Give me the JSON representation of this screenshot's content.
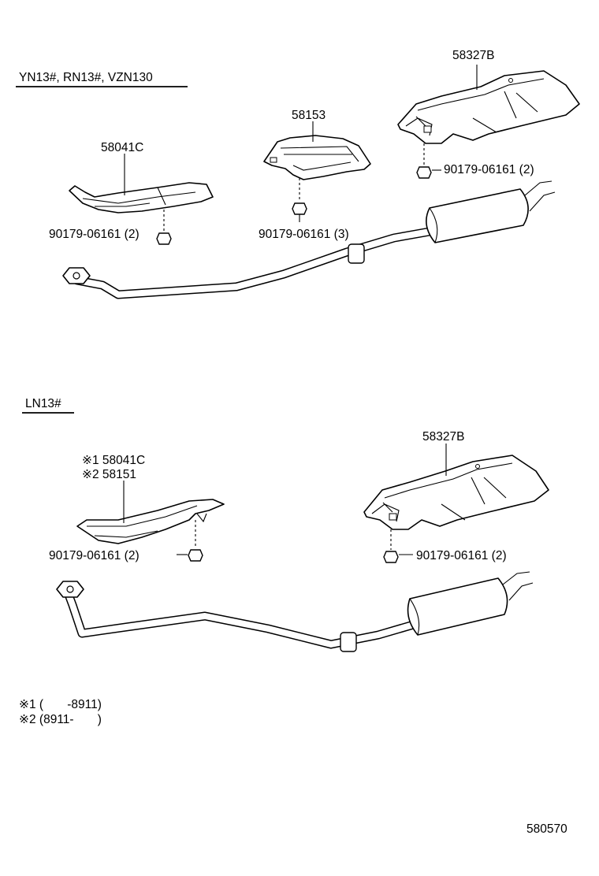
{
  "sections": {
    "top": {
      "title": "YN13#, RN13#, VZN130",
      "labels": {
        "cover_right": "58327B",
        "cover_middle": "58153",
        "cover_left": "58041C",
        "nut_left": "90179-06161 (2)",
        "nut_middle": "90179-06161 (3)",
        "nut_right": "90179-06161 (2)"
      }
    },
    "bottom": {
      "title": "LN13#",
      "labels": {
        "cover_right": "58327B",
        "cover_left_1": "※1 58041C",
        "cover_left_2": "※2 58151",
        "nut_left": "90179-06161 (2)",
        "nut_right": "90179-06161 (2)"
      }
    }
  },
  "notes": {
    "note_1": "※1 (       -8911)",
    "note_2": "※2 (8911-       )"
  },
  "diagram_number": "580570"
}
